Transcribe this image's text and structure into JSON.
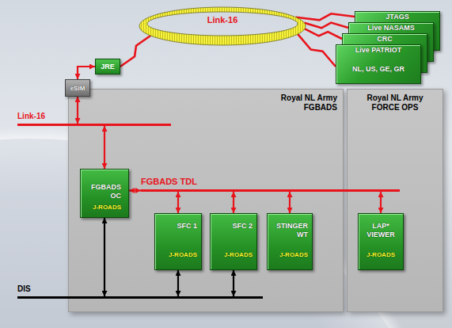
{
  "diagram": {
    "nodes": [
      {
        "text": [
          "Link-16"
        ]
      },
      {
        "text": [
          "JTAGS"
        ]
      },
      {
        "text": [
          "Live NASAMS"
        ]
      },
      {
        "text": [
          "CRC"
        ]
      },
      {
        "text": [
          "Live PATRIOT",
          "NL, US, GE, GR"
        ]
      },
      {
        "text": [
          "JRE"
        ]
      },
      {
        "text": [
          "eSIM"
        ]
      },
      {
        "text": [
          "Royal NL Army FGBADS"
        ]
      },
      {
        "text": [
          "Royal NL Army FORCE OPS"
        ]
      },
      {
        "text": [
          "Link-16"
        ]
      },
      {
        "text": [
          "FGBADS TDL"
        ]
      },
      {
        "text": [
          "DIS"
        ]
      },
      {
        "text": [
          "FGBADS OC",
          "J-ROADS"
        ],
        "in": 7
      },
      {
        "text": [
          "SFC 1",
          "J-ROADS"
        ],
        "in": 7
      },
      {
        "text": [
          "SFC 2",
          "J-ROADS"
        ],
        "in": 7
      },
      {
        "text": [
          "STINGER WT",
          "J-ROADS"
        ],
        "in": 7
      },
      {
        "text": [
          "LAP* VIEWER",
          "J-ROADS"
        ],
        "in": 8
      }
    ],
    "edges": [
      {
        "from": 5,
        "to": 0,
        "arrow": "none"
      },
      {
        "from": 0,
        "to": 1,
        "arrow": "none"
      },
      {
        "from": 0,
        "to": 2,
        "arrow": "none"
      },
      {
        "from": 0,
        "to": 3,
        "arrow": "none"
      },
      {
        "from": 0,
        "to": 4,
        "arrow": "none"
      },
      {
        "from": 6,
        "to": 5,
        "arrow": "both"
      },
      {
        "from": 6,
        "to": 9,
        "arrow": "both"
      },
      {
        "from": 12,
        "to": 9,
        "arrow": "both"
      },
      {
        "from": 12,
        "to": 10,
        "arrow": "both"
      },
      {
        "from": 13,
        "to": 10,
        "arrow": "both"
      },
      {
        "from": 14,
        "to": 10,
        "arrow": "both"
      },
      {
        "from": 15,
        "to": 10,
        "arrow": "both"
      },
      {
        "from": 16,
        "to": 10,
        "arrow": "both"
      },
      {
        "from": 12,
        "to": 11,
        "arrow": "both"
      },
      {
        "from": 13,
        "to": 11,
        "arrow": "both"
      },
      {
        "from": 14,
        "to": 11,
        "arrow": "both"
      }
    ]
  }
}
